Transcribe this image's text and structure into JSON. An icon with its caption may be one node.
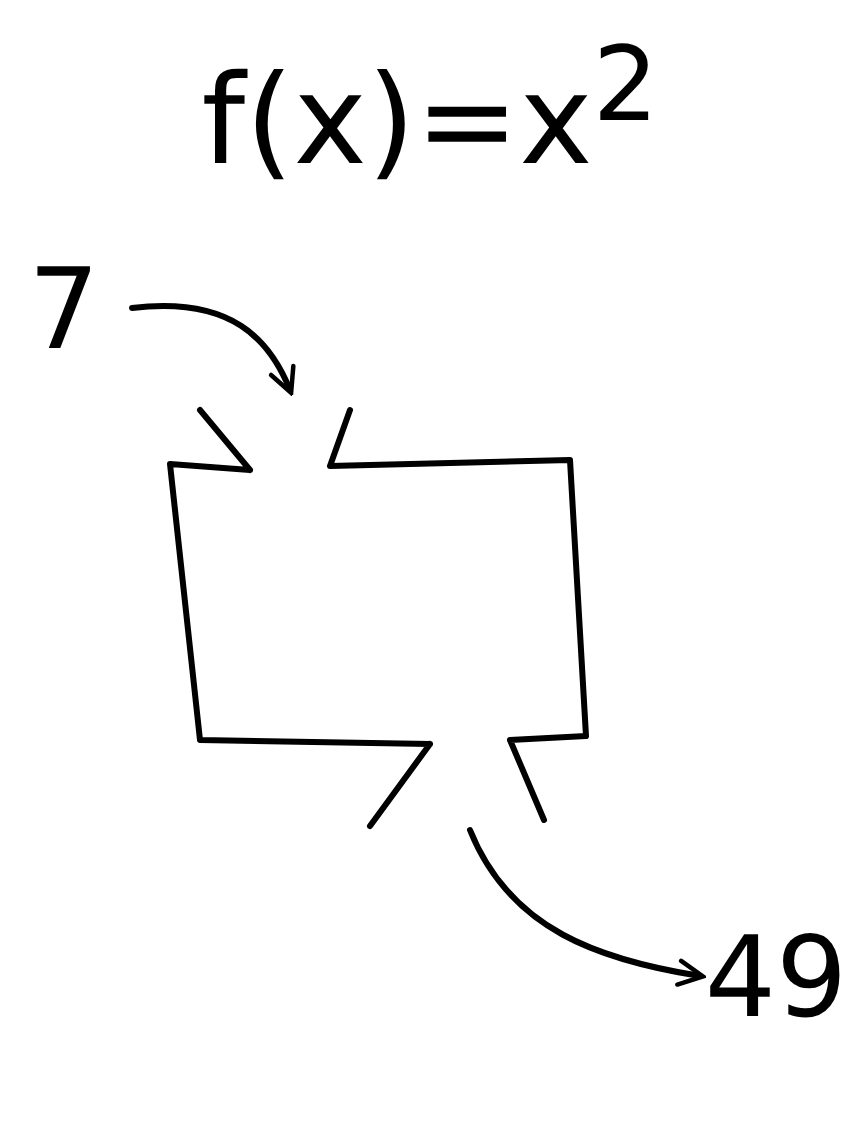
{
  "diagram": {
    "title": "f(x)=x$^{2}$",
    "nodes": [
      {
        "text": [
          "7"
        ]
      },
      {
        "text": [],
        "shape": "box"
      },
      {
        "text": [
          "49"
        ]
      }
    ],
    "edges": [
      {
        "from": 0,
        "to": 1,
        "arrow": "to"
      },
      {
        "from": 1,
        "to": 2,
        "arrow": "to"
      }
    ]
  }
}
